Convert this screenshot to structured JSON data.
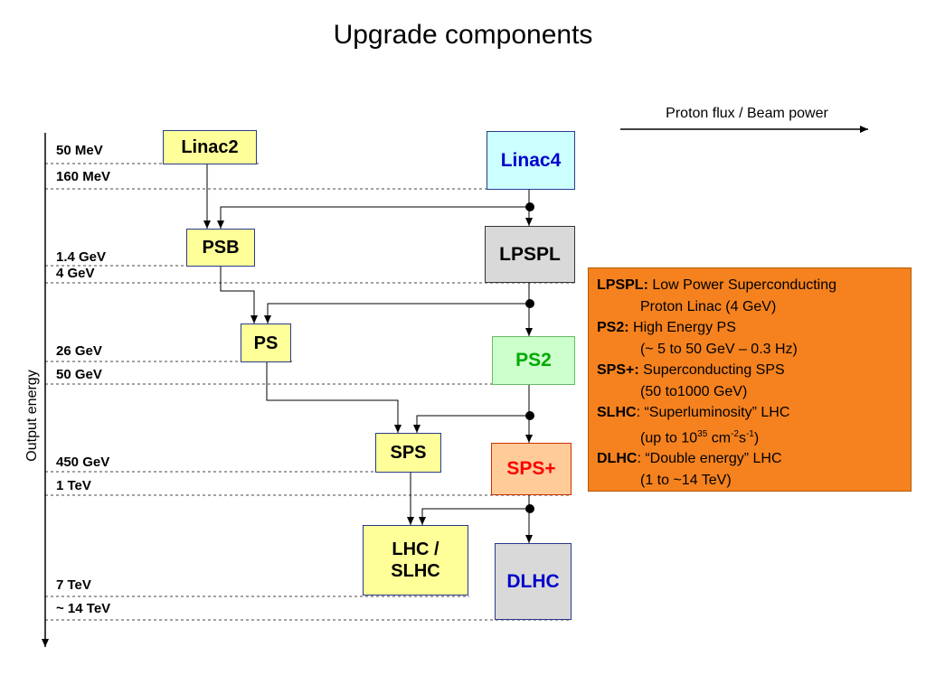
{
  "title": "Upgrade components",
  "flux_label": "Proton flux / Beam power",
  "axis_label": "Output energy",
  "energy_levels": [
    "50 MeV",
    "160 MeV",
    "1.4 GeV",
    "4 GeV",
    "26 GeV",
    "50 GeV",
    "450 GeV",
    "1 TeV",
    "7 TeV",
    "~ 14 TeV"
  ],
  "current_chain": {
    "linac2": "Linac2",
    "psb": "PSB",
    "ps": "PS",
    "sps": "SPS",
    "lhc_line1": "LHC /",
    "lhc_line2": "SLHC"
  },
  "upgrade_chain": {
    "linac4": "Linac4",
    "lpspl": "LPSPL",
    "ps2": "PS2",
    "sps_plus": "SPS+",
    "dlhc": "DLHC"
  },
  "colors": {
    "current_box": "#ffff99",
    "linac4_box": "#ccffff",
    "linac4_text": "#0000cc",
    "lpspl_box": "#d9d9d9",
    "ps2_box": "#ccffcc",
    "ps2_text": "#00aa00",
    "sps_plus_box": "#ffcc99",
    "sps_plus_text": "#ff0000",
    "dlhc_box": "#d9d9d9",
    "dlhc_text": "#0000cc",
    "legend_background": "#f5821f"
  },
  "legend": {
    "lpspl_term": "LPSPL:",
    "lpspl_desc": "Low Power Superconducting",
    "lpspl_desc2": "Proton Linac (4 GeV)",
    "ps2_term": "PS2:",
    "ps2_desc": "High Energy PS",
    "ps2_desc2": "(~ 5 to 50 GeV – 0.3 Hz)",
    "sps_term": "SPS+:",
    "sps_desc": "Superconducting SPS",
    "sps_desc2": "(50 to1000 GeV)",
    "slhc_term": "SLHC",
    "slhc_desc": ": “Superluminosity” LHC",
    "slhc_desc2_pre": "(up to 10",
    "slhc_sup1": "35",
    "slhc_mid1": " cm",
    "slhc_sup2": "-2",
    "slhc_mid2": "s",
    "slhc_sup3": "-1",
    "slhc_post": ")",
    "dlhc_term": "DLHC",
    "dlhc_desc": ": “Double energy” LHC",
    "dlhc_desc2": "(1 to ~14 TeV)"
  }
}
